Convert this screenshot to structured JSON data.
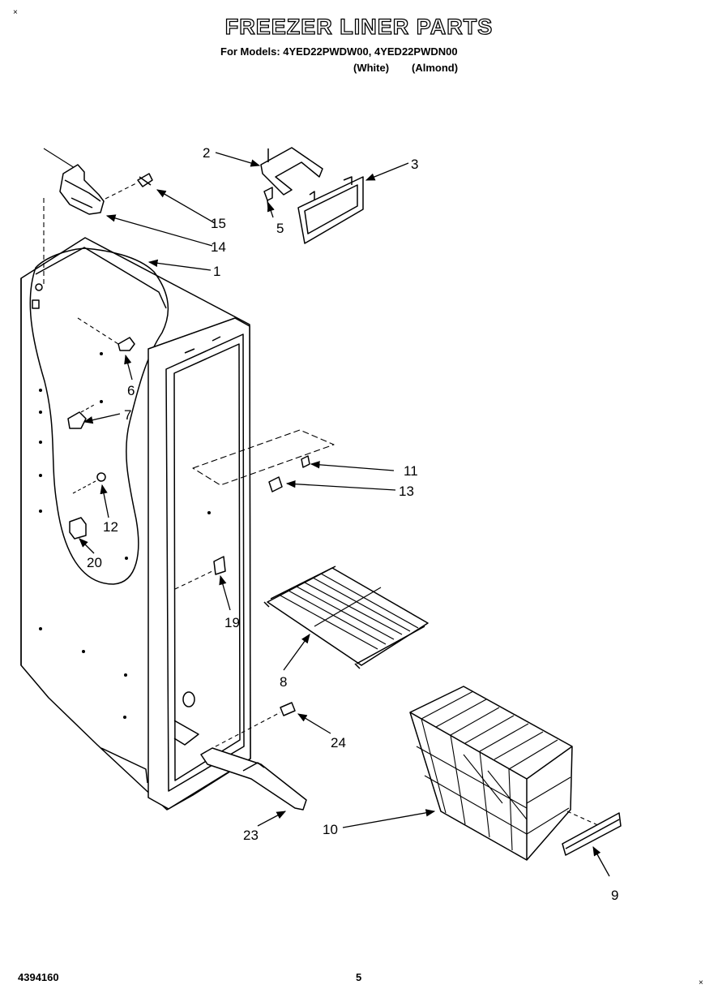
{
  "header": {
    "title": "FREEZER LINER PARTS",
    "models_line": "For Models: 4YED22PWDW00, 4YED22PWDN00",
    "variant_white": "(White)",
    "variant_almond": "(Almond)"
  },
  "footer": {
    "doc_number": "4394160",
    "page_number": "5"
  },
  "corner_marks": {
    "top_left": "×",
    "bottom_right": "×"
  },
  "callouts": {
    "c1": "1",
    "c2": "2",
    "c3": "3",
    "c5": "5",
    "c6": "6",
    "c7": "7",
    "c8": "8",
    "c9": "9",
    "c10": "10",
    "c11": "11",
    "c12": "12",
    "c13": "13",
    "c14": "14",
    "c15": "15",
    "c19": "19",
    "c20": "20",
    "c23": "23",
    "c24": "24"
  }
}
